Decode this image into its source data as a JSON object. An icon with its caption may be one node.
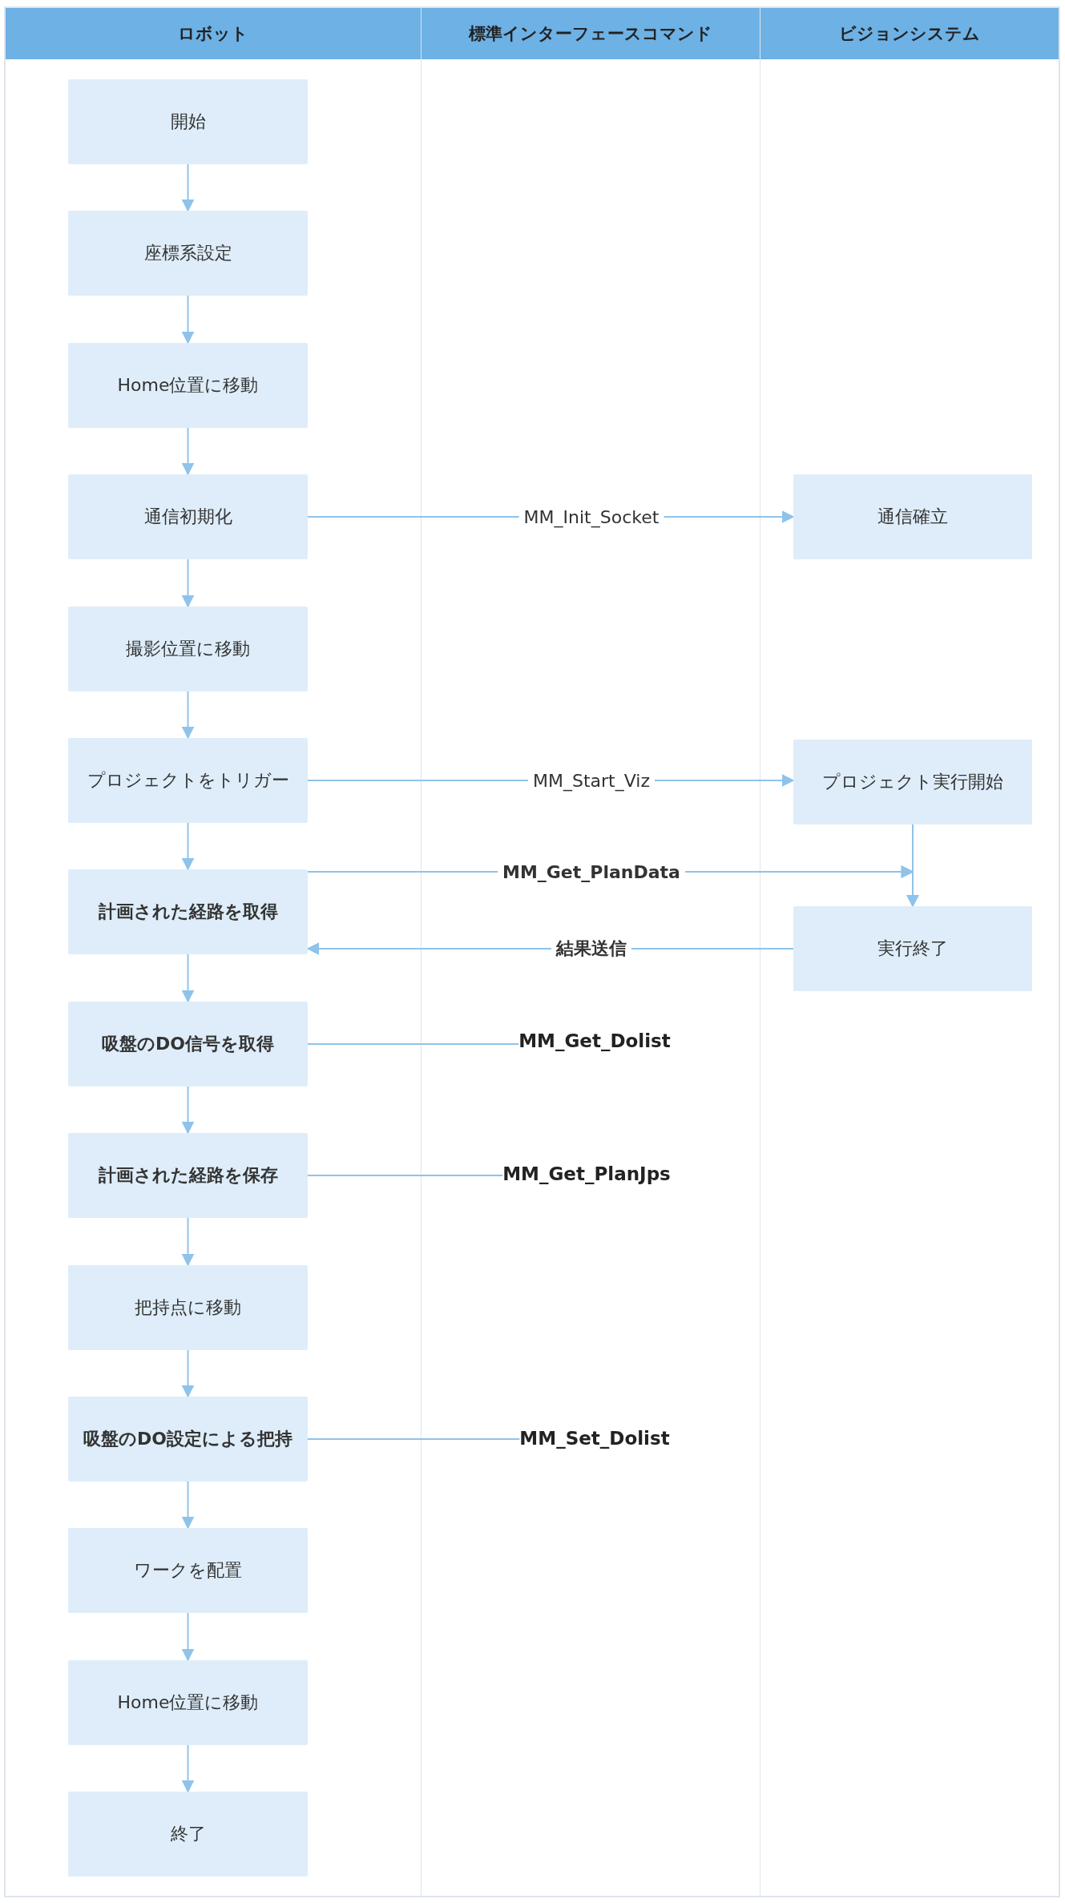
{
  "diagram": {
    "nodes": [
      {
        "text": [
          "ロボット"
        ]
      },
      {
        "text": [
          "標準インターフェースコマンド"
        ]
      },
      {
        "text": [
          "ビジョンシステム"
        ]
      },
      {
        "text": [
          "開始"
        ],
        "in": 0
      },
      {
        "text": [
          "座標系設定"
        ],
        "in": 0
      },
      {
        "text": [
          "Home位置に移動"
        ],
        "in": 0
      },
      {
        "text": [
          "通信初期化"
        ],
        "in": 0
      },
      {
        "text": [
          "撮影位置に移動"
        ],
        "in": 0
      },
      {
        "text": [
          "プロジェクトをトリガー"
        ],
        "in": 0
      },
      {
        "text": [
          "計画された経路を取得"
        ],
        "in": 0
      },
      {
        "text": [
          "吸盤のDO信号を取得"
        ],
        "in": 0
      },
      {
        "text": [
          "計画された経路を保存"
        ],
        "in": 0
      },
      {
        "text": [
          "把持点に移動"
        ],
        "in": 0
      },
      {
        "text": [
          "吸盤のDO設定による把持"
        ],
        "in": 0
      },
      {
        "text": [
          "ワークを配置"
        ],
        "in": 0
      },
      {
        "text": [
          "Home位置に移動"
        ],
        "in": 0
      },
      {
        "text": [
          "終了"
        ],
        "in": 0
      },
      {
        "text": [
          "通信確立"
        ],
        "in": 2
      },
      {
        "text": [
          "プロジェクト実行開始"
        ],
        "in": 2
      },
      {
        "text": [
          "実行終了"
        ],
        "in": 2
      },
      {
        "text": [
          "MM_Get_Dolist"
        ],
        "in": 1
      },
      {
        "text": [
          "MM_Get_PlanJps"
        ],
        "in": 1
      },
      {
        "text": [
          "MM_Set_Dolist"
        ],
        "in": 1
      }
    ],
    "edges": [
      {
        "from": 3,
        "to": 4,
        "arrow": "to"
      },
      {
        "from": 4,
        "to": 5,
        "arrow": "to"
      },
      {
        "from": 5,
        "to": 6,
        "arrow": "to"
      },
      {
        "from": 6,
        "to": 7,
        "arrow": "to"
      },
      {
        "from": 7,
        "to": 8,
        "arrow": "to"
      },
      {
        "from": 8,
        "to": 9,
        "arrow": "to"
      },
      {
        "from": 9,
        "to": 10,
        "arrow": "to"
      },
      {
        "from": 10,
        "to": 11,
        "arrow": "to"
      },
      {
        "from": 11,
        "to": 12,
        "arrow": "to"
      },
      {
        "from": 12,
        "to": 13,
        "arrow": "to"
      },
      {
        "from": 13,
        "to": 14,
        "arrow": "to"
      },
      {
        "from": 14,
        "to": 15,
        "arrow": "to"
      },
      {
        "from": 15,
        "to": 16,
        "arrow": "to"
      },
      {
        "from": 6,
        "to": 17,
        "arrow": "to",
        "label": "MM_Init_Socket"
      },
      {
        "from": 8,
        "to": 18,
        "arrow": "to",
        "label": "MM_Start_Viz"
      },
      {
        "from": 9,
        "to": 19,
        "arrow": "to",
        "label": "MM_Get_PlanData"
      },
      {
        "from": 18,
        "to": 19,
        "arrow": "to"
      },
      {
        "from": 19,
        "to": 9,
        "arrow": "to",
        "label": "結果送信"
      },
      {
        "from": 10,
        "to": 20,
        "arrow": "none"
      },
      {
        "from": 11,
        "to": 21,
        "arrow": "none"
      },
      {
        "from": 13,
        "to": 22,
        "arrow": "none"
      }
    ]
  }
}
